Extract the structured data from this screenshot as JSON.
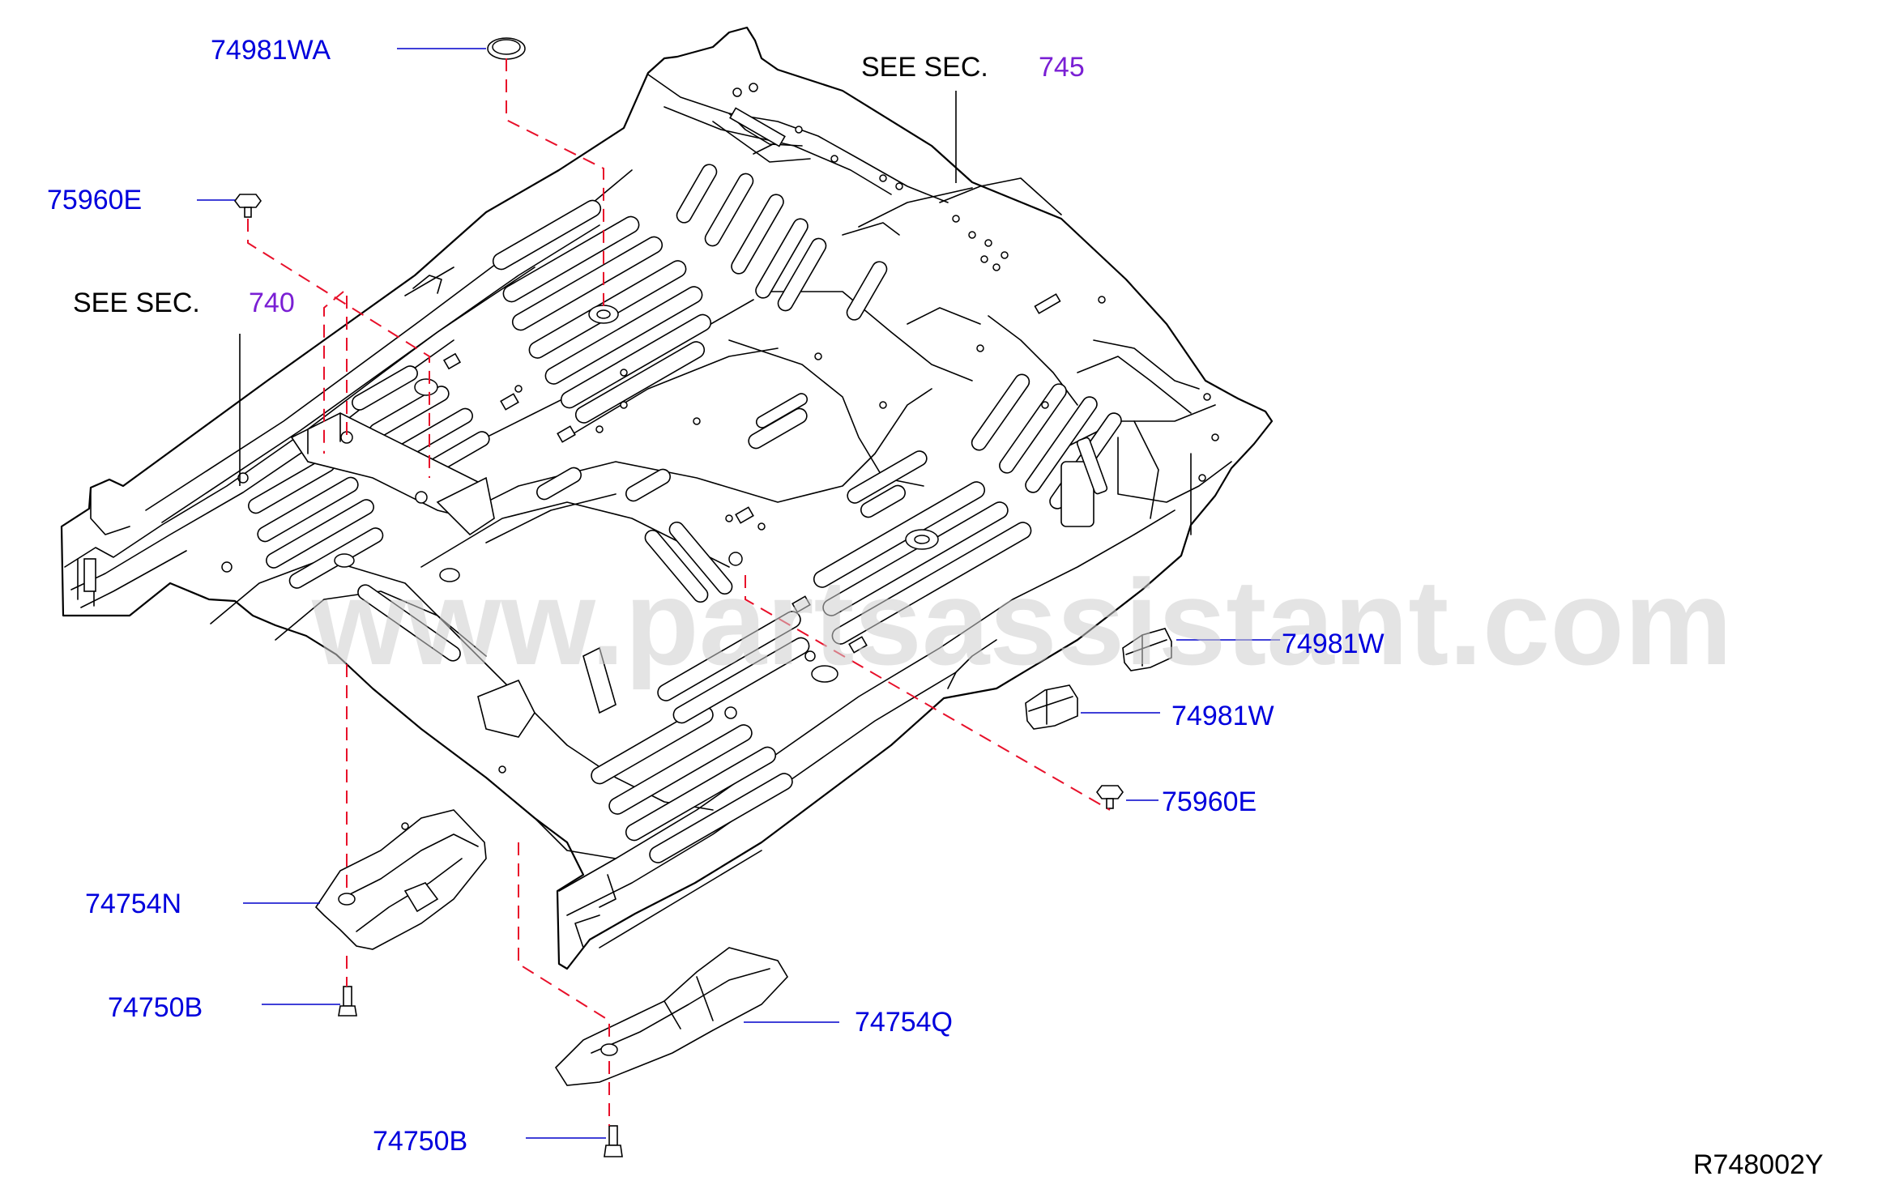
{
  "diagram": {
    "watermark": "www.partsassistant.com",
    "figure_code": "R748002Y",
    "see_sections": [
      {
        "prefix": "SEE  SEC.",
        "number": "745"
      },
      {
        "prefix": "SEE  SEC.",
        "number": "740"
      }
    ],
    "callouts": [
      {
        "part": "74981WA"
      },
      {
        "part": "75960E"
      },
      {
        "part": "74981W"
      },
      {
        "part": "74981W"
      },
      {
        "part": "75960E"
      },
      {
        "part": "74754N"
      },
      {
        "part": "74750B"
      },
      {
        "part": "74754Q"
      },
      {
        "part": "74750B"
      }
    ],
    "colors": {
      "part_number": "#0000dd",
      "section_number": "#7a1fd4",
      "leader_dashed": "#e8102a",
      "outline": "#000000"
    }
  }
}
